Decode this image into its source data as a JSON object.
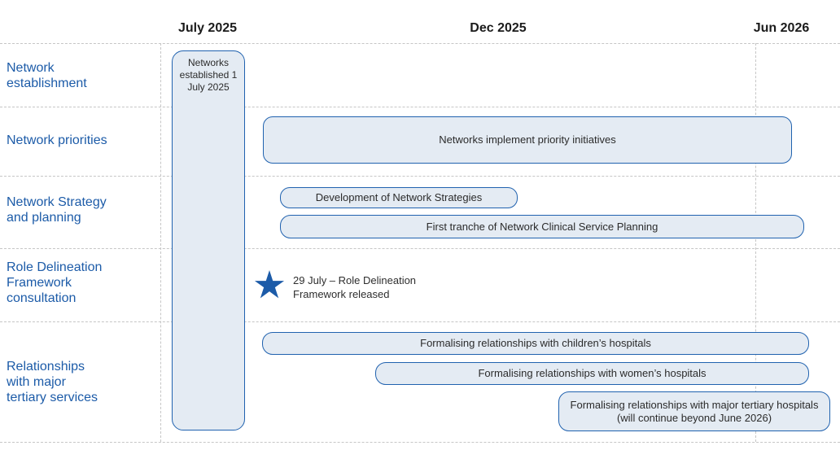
{
  "diagram": {
    "type": "gantt-timeline",
    "axis": {
      "months": [
        {
          "label": "July 2025"
        },
        {
          "label": "Dec 2025"
        },
        {
          "label": "Jun 2026"
        }
      ]
    },
    "rows": [
      {
        "label": "Network establishment",
        "lines": [
          "Network",
          "establishment"
        ]
      },
      {
        "label": "Network priorities",
        "lines": [
          "Network priorities"
        ]
      },
      {
        "label": "Network Strategy and planning",
        "lines": [
          "Network Strategy",
          "and planning"
        ]
      },
      {
        "label": "Role Delineation Framework consultation",
        "lines": [
          "Role Delineation",
          "Framework",
          "consultation"
        ]
      },
      {
        "label": "Relationships with major tertiary services",
        "lines": [
          "Relationships",
          "with major",
          "tertiary services"
        ]
      }
    ],
    "bars": [
      {
        "id": "networks-established",
        "row": "Network establishment",
        "label": "Networks established 1 July 2025"
      },
      {
        "id": "priority-initiatives",
        "row": "Network priorities",
        "label": "Networks implement priority initiatives"
      },
      {
        "id": "network-strategies",
        "row": "Network Strategy and planning",
        "label": "Development of Network Strategies"
      },
      {
        "id": "clinical-service-planning",
        "row": "Network Strategy and planning",
        "label": "First tranche of Network Clinical Service Planning"
      },
      {
        "id": "children-hospitals",
        "row": "Relationships with major tertiary services",
        "label": "Formalising relationships with children’s hospitals"
      },
      {
        "id": "women-hospitals",
        "row": "Relationships with major tertiary services",
        "label": "Formalising relationships with women’s hospitals"
      },
      {
        "id": "tertiary-hospitals",
        "row": "Relationships with major tertiary services",
        "label": "Formalising relationships with major tertiary hospitals (will continue beyond June 2026)"
      }
    ],
    "milestone": {
      "icon": "star-icon",
      "row": "Role Delineation Framework consultation",
      "label": "29 July – Role Delineation Framework released"
    },
    "colors": {
      "accent_blue": "#1c5ba8",
      "bar_fill": "#e4ebf3",
      "bar_border": "#2062af",
      "text_dark": "#2b2b2b",
      "gridline": "#c6c6c6"
    }
  }
}
